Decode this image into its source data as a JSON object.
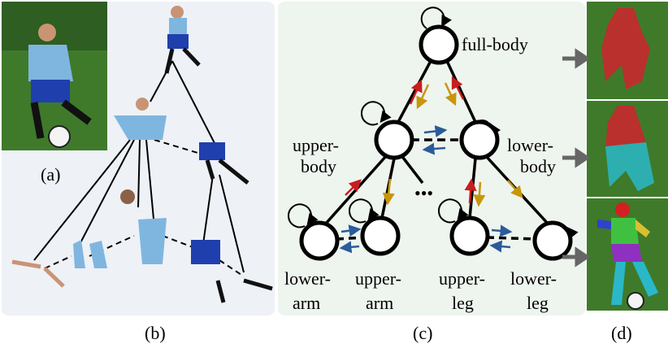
{
  "captions": {
    "a": "(a)",
    "b": "(b)",
    "c": "(c)",
    "d": "(d)"
  },
  "nodes": {
    "full_body": "full-body",
    "upper_body": [
      "upper-",
      "body"
    ],
    "lower_body": [
      "lower-",
      "body"
    ],
    "lower_arm": [
      "lower-",
      "arm"
    ],
    "upper_arm": [
      "upper-",
      "arm"
    ],
    "upper_leg": [
      "upper-",
      "leg"
    ],
    "lower_leg": [
      "lower-",
      "leg"
    ]
  },
  "ellipsis": "•••",
  "colors": {
    "panel_b_bg": "#eef1f6",
    "panel_c_bg": "#eef4ee",
    "arrow_red": "#c81e1e",
    "arrow_gold": "#c8960a",
    "arrow_blue": "#2a5c9a",
    "grass": "#3f7a2a"
  }
}
